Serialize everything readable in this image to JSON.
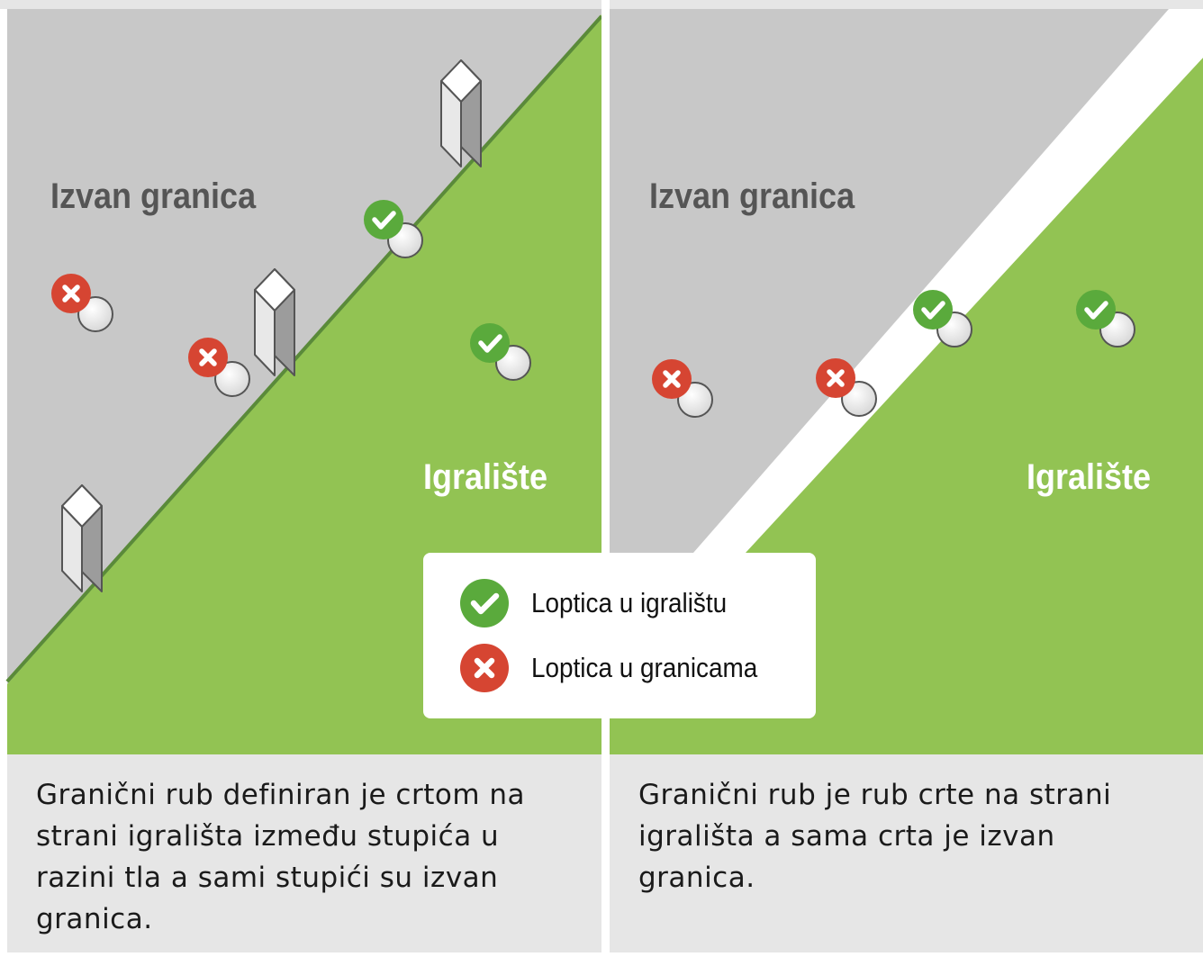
{
  "left_panel": {
    "out_label": "Izvan granica",
    "course_label": "Igralište",
    "caption": "Granični rub definiran je crtom na strani igrališta između stupića u razini tla a sami stupići su izvan granica."
  },
  "right_panel": {
    "out_label": "Izvan granica",
    "course_label": "Igralište",
    "caption": "Granični rub je rub crte na strani igrališta a sama crta je izvan granica."
  },
  "legend": {
    "in_label": "Loptica u igralištu",
    "out_label": "Loptica u granicama"
  },
  "colors": {
    "out_of_bounds": "#c8c8c8",
    "course": "#92c353",
    "boundary_line": "#5a8a3a",
    "in_icon": "#5aaa3c",
    "out_icon": "#d64532",
    "caption_bg": "#e6e6e6"
  }
}
